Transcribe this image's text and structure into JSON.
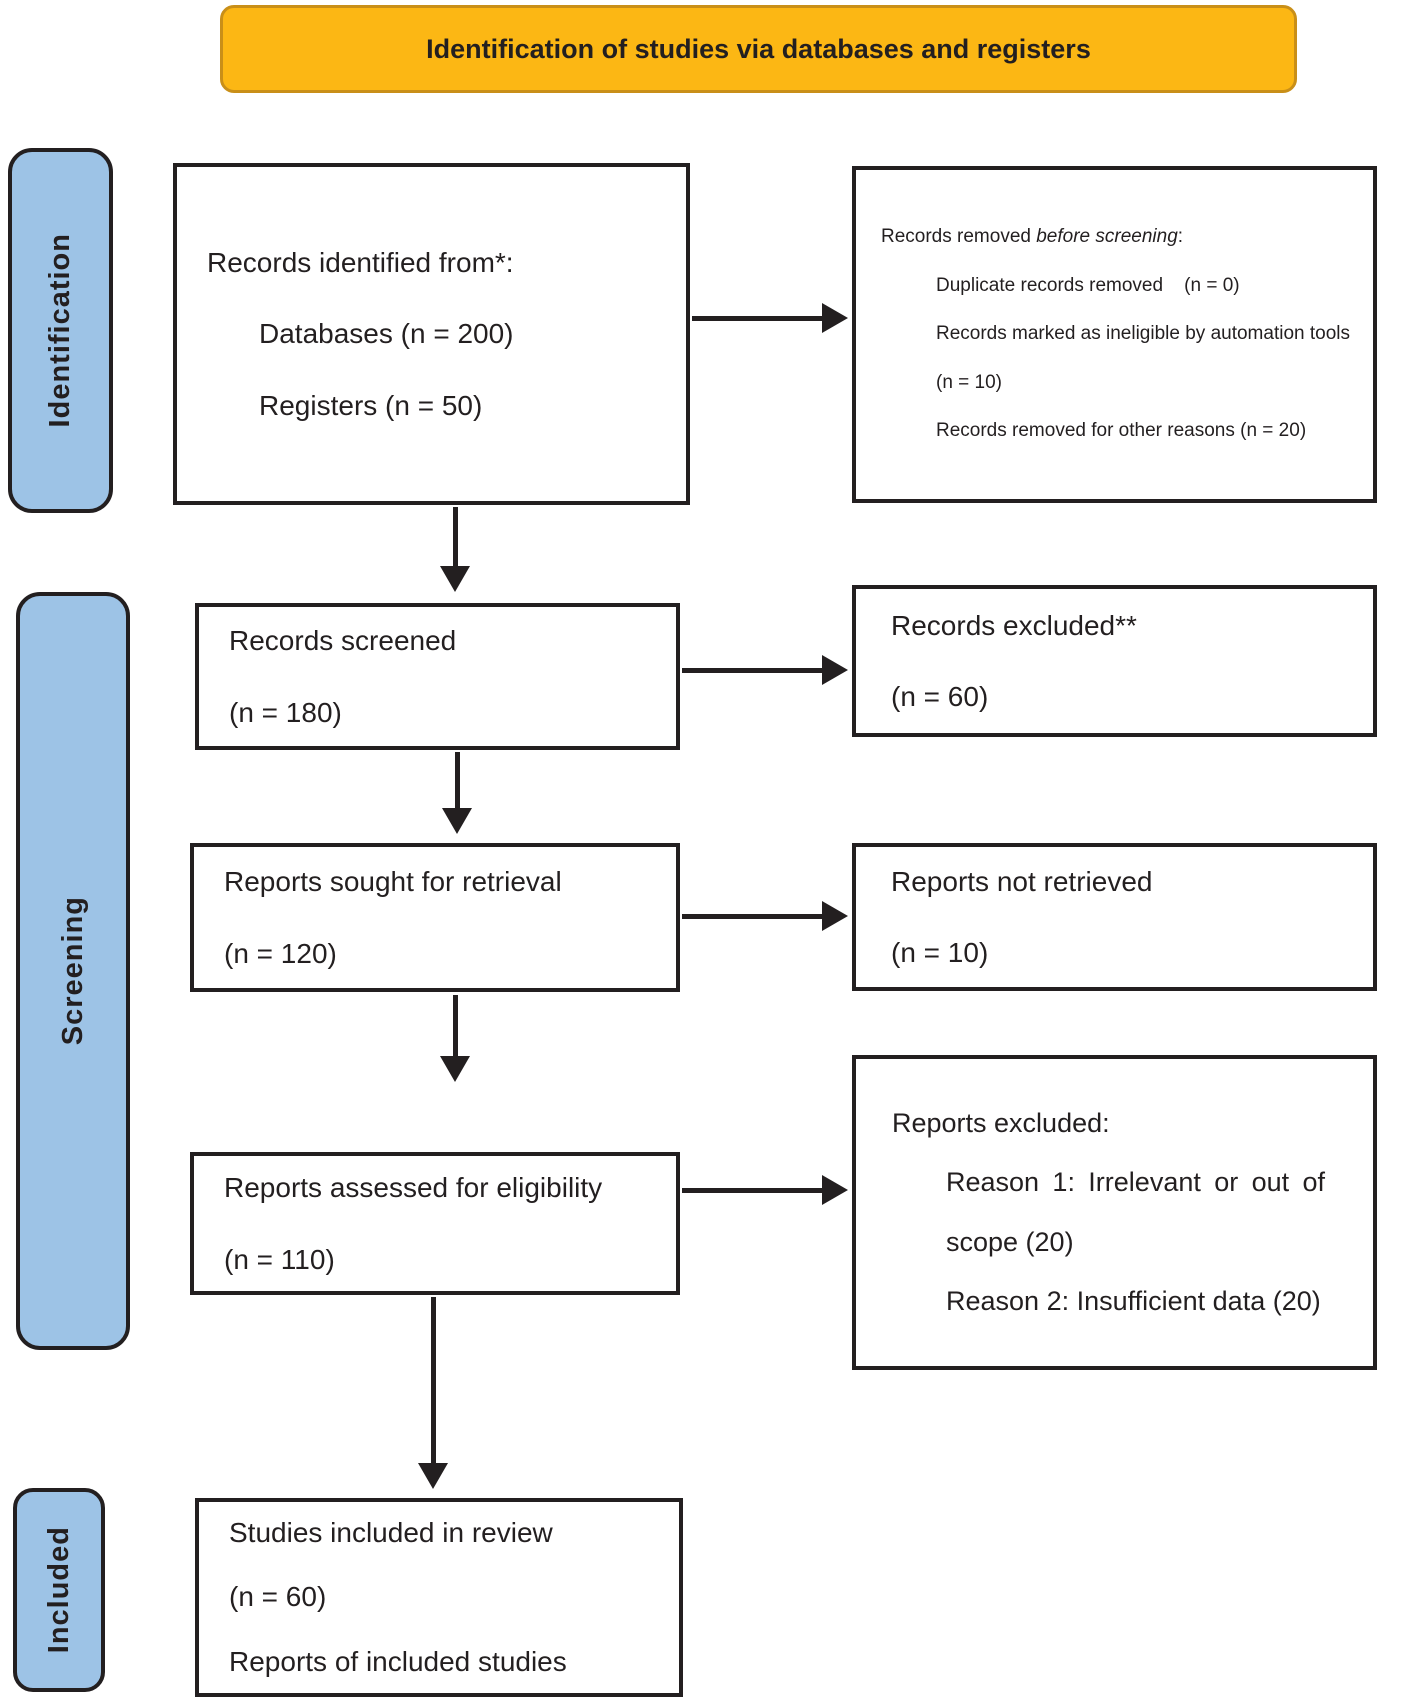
{
  "banner": {
    "title": "Identification of studies via databases and registers"
  },
  "stages": {
    "identification": "Identification",
    "screening": "Screening",
    "included": "Included"
  },
  "flow": {
    "box1": {
      "title": "Records identified from*:",
      "items": [
        "Databases (n = 200)",
        "Registers (n = 50)"
      ]
    },
    "box2": {
      "line1": "Records screened",
      "line2": "(n = 180)"
    },
    "box3": {
      "line1": "Reports sought for retrieval",
      "line2": "(n = 120)"
    },
    "box4": {
      "line1": "Reports assessed for eligibility",
      "line2": "(n = 110)"
    },
    "box5": {
      "line1": "Studies included in review",
      "line2": "(n = 60)",
      "line3": "Reports of included studies"
    },
    "rbox1": {
      "title_prefix": "Records removed ",
      "title_italic": "before screening",
      "title_suffix": ":",
      "items": [
        "Duplicate records removed    (n = 0)",
        "Records marked as ineligible by automation tools",
        "(n = 10)",
        "Records removed for other reasons (n = 20)"
      ]
    },
    "rbox2": {
      "line1": "Records excluded**",
      "line2": "(n = 60)"
    },
    "rbox3": {
      "line1": "Reports not retrieved",
      "line2": "(n = 10)"
    },
    "rbox4": {
      "title": "Reports excluded:",
      "items": [
        "Reason 1: Irrelevant or out of scope (20)",
        "Reason 2: Insufficient data (20)"
      ]
    }
  },
  "colors": {
    "banner_bg": "#FCB714",
    "banner_border": "#C98F18",
    "sidebar_bg": "#9DC3E6",
    "line": "#231F20",
    "text": "#231F20"
  }
}
